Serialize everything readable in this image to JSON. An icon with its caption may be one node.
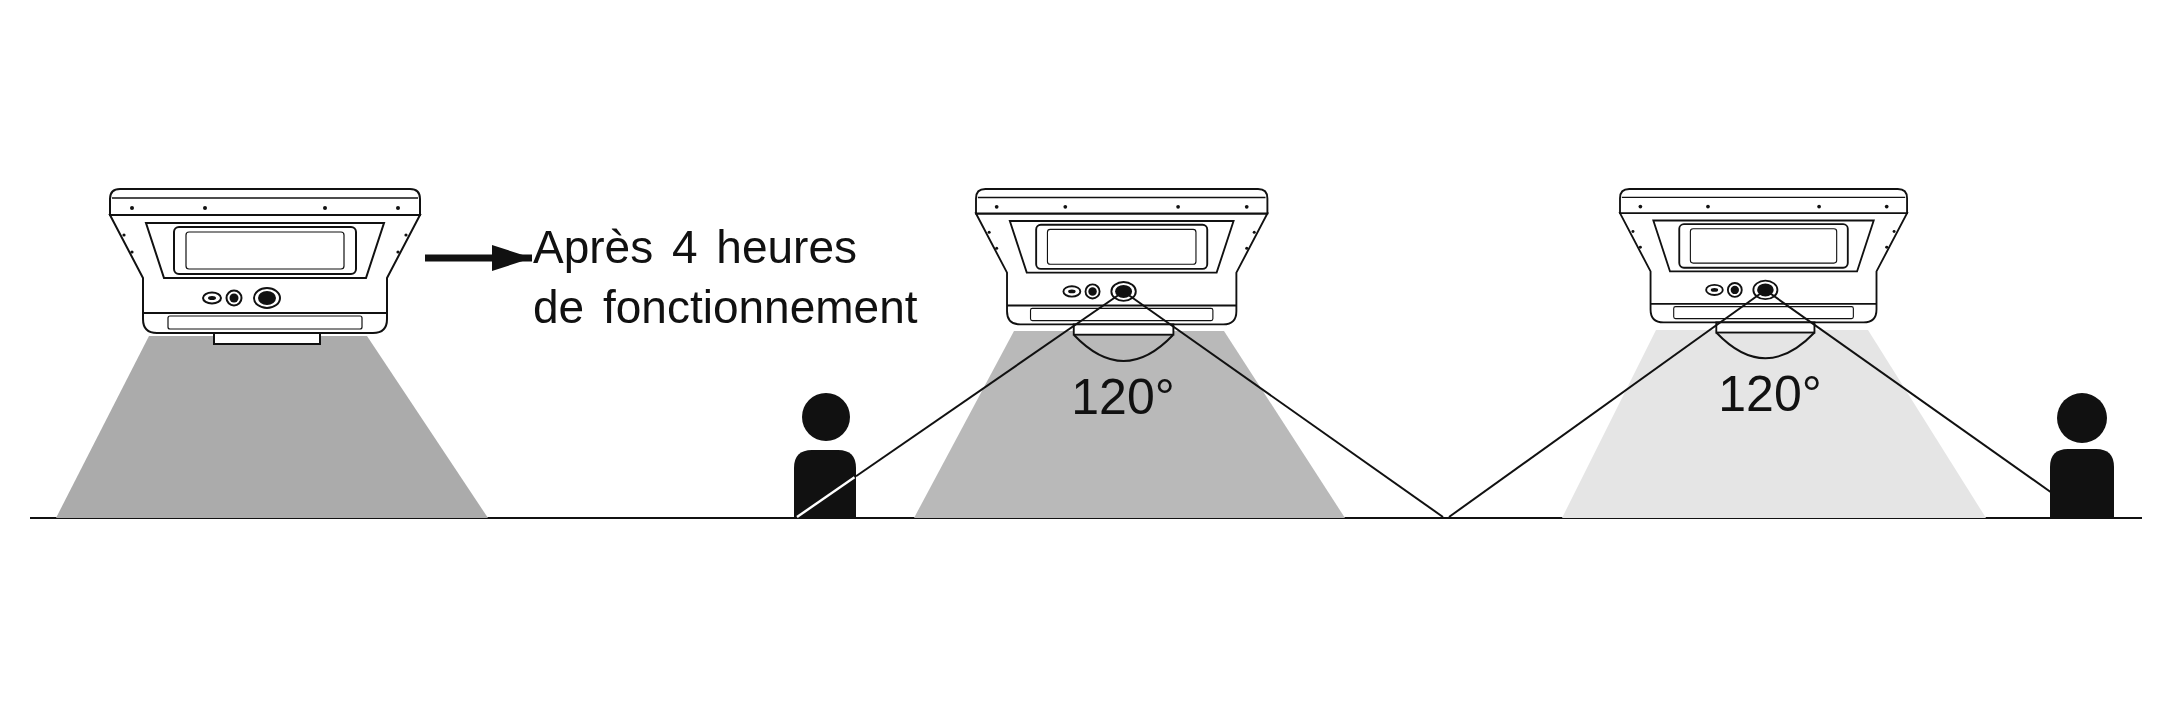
{
  "diagram": {
    "nodes": [
      {
        "text": [],
        "shape": "picture"
      },
      {
        "text": [
          "Après 4 heures de fonctionnement"
        ]
      }
    ],
    "edges": [
      {
        "from": 0,
        "to": 1,
        "arrow": "to"
      }
    ],
    "labels": [
      "120°",
      "120°"
    ]
  }
}
